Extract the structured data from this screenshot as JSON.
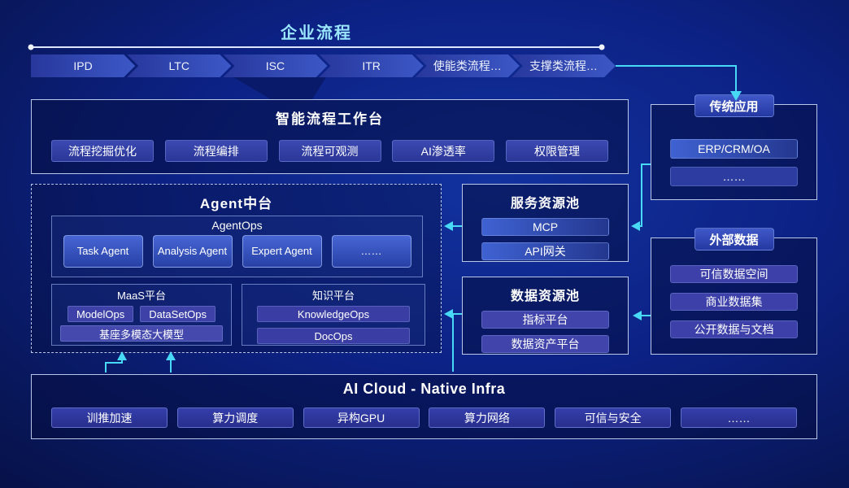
{
  "page": {
    "title": "企业流程"
  },
  "process_chain": {
    "items": [
      "IPD",
      "LTC",
      "ISC",
      "ITR",
      "使能类流程…",
      "支撑类流程…"
    ]
  },
  "workbench": {
    "title": "智能流程工作台",
    "items": [
      "流程挖掘优化",
      "流程编排",
      "流程可观测",
      "AI渗透率",
      "权限管理"
    ]
  },
  "agent_platform": {
    "title": "Agent中台",
    "agentops": {
      "title": "AgentOps",
      "items": [
        "Task Agent",
        "Analysis Agent",
        "Expert Agent",
        "……"
      ]
    },
    "maas": {
      "title": "MaaS平台",
      "items": [
        "ModelOps",
        "DataSetOps"
      ],
      "base_model": "基座多模态大模型"
    },
    "knowledge": {
      "title": "知识平台",
      "items": [
        "KnowledgeOps",
        "DocOps"
      ]
    }
  },
  "service_pool": {
    "title": "服务资源池",
    "items": [
      "MCP",
      "API网关"
    ]
  },
  "data_pool": {
    "title": "数据资源池",
    "items": [
      "指标平台",
      "数据资产平台"
    ]
  },
  "legacy_apps": {
    "title": "传统应用",
    "items": [
      "ERP/CRM/OA",
      "……"
    ]
  },
  "external_data": {
    "title": "外部数据",
    "items": [
      "可信数据空间",
      "商业数据集",
      "公开数据与文档"
    ]
  },
  "infra": {
    "title": "AI Cloud - Native Infra",
    "items": [
      "训推加速",
      "算力调度",
      "异构GPU",
      "算力网络",
      "可信与安全",
      "……"
    ]
  },
  "colors": {
    "accent": "#47d9f6",
    "title_accent": "#9be6ff",
    "line": "#dde6fb"
  }
}
